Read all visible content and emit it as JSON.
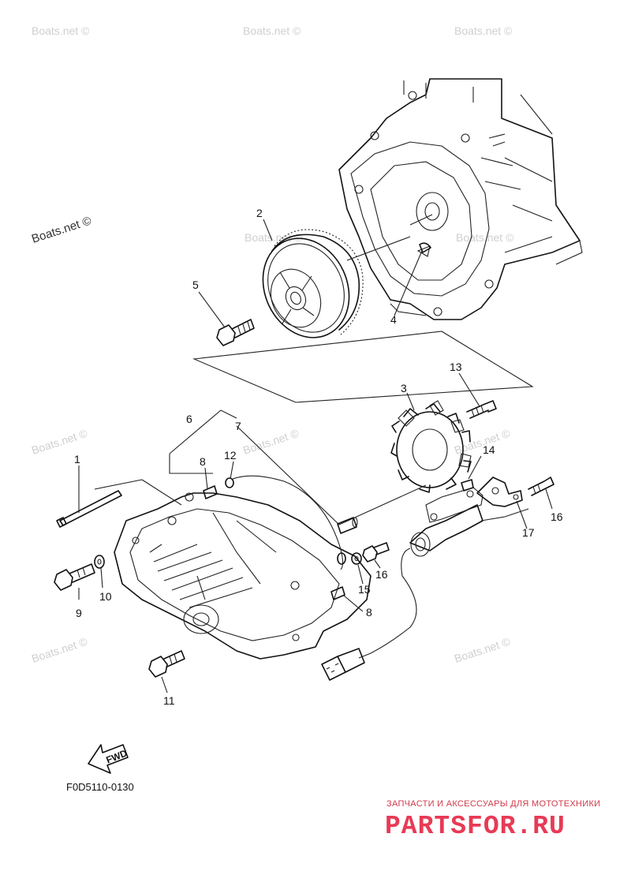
{
  "watermarks": {
    "boats_net": "Boats.net ©",
    "boats_net_prefix": "Boats.net ©"
  },
  "callouts": [
    "1",
    "2",
    "3",
    "4",
    "5",
    "6",
    "7",
    "8",
    "8",
    "9",
    "10",
    "11",
    "12",
    "13",
    "14",
    "15",
    "16",
    "16",
    "17"
  ],
  "fwd_label": "FWD",
  "diagram_code": "F0D5110-0130",
  "advert": {
    "tagline": "ЗАПЧАСТИ И АКСЕССУАРЫ ДЛЯ МОТОТЕХНИКИ",
    "logo": "PARTSFOR.RU"
  }
}
